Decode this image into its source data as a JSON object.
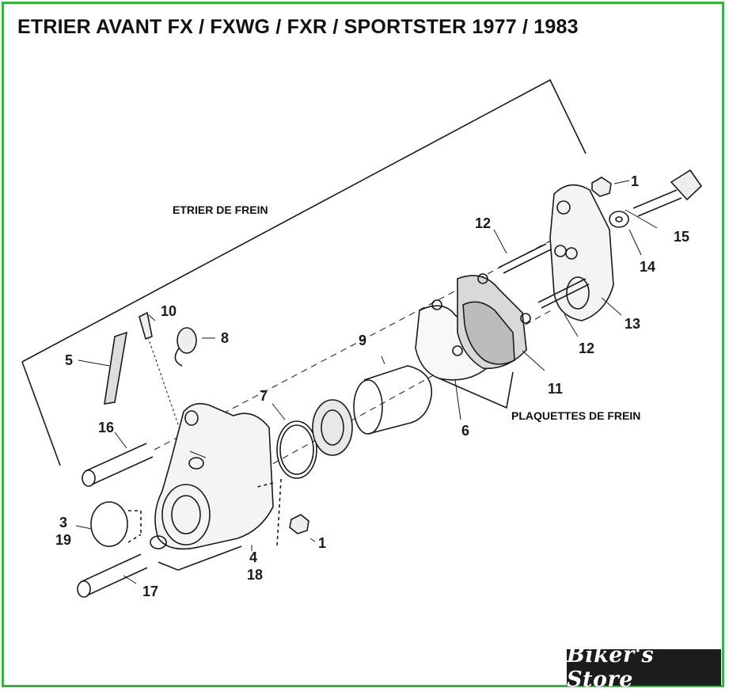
{
  "title": "ETRIER AVANT FX / FXWG / FXR / SPORTSTER 1977 / 1983",
  "groups": {
    "caliper": "ETRIER DE FREIN",
    "pads": "PLAQUETTES DE FREIN"
  },
  "callouts": {
    "c1a": "1",
    "c1b": "1",
    "c3": "3",
    "c19": "19",
    "c4": "4",
    "c18": "18",
    "c5": "5",
    "c6": "6",
    "c7": "7",
    "c8": "8",
    "c9": "9",
    "c10": "10",
    "c11": "11",
    "c12a": "12",
    "c12b": "12",
    "c13": "13",
    "c14": "14",
    "c15": "15",
    "c16": "16",
    "c17": "17"
  },
  "logo": "Biker's Store",
  "colors": {
    "border": "#3cb043",
    "ink": "#1a1a1a"
  }
}
